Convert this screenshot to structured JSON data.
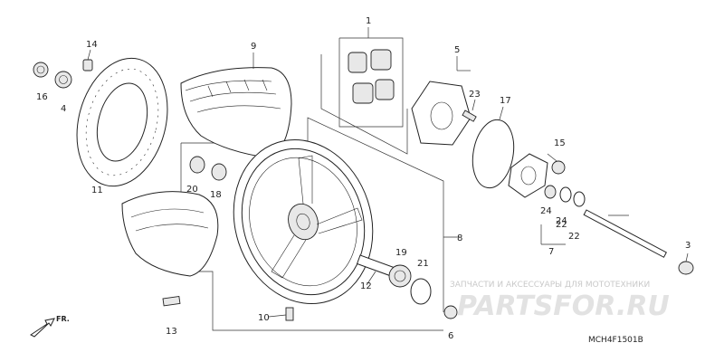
{
  "callouts": [
    "1",
    "3",
    "4",
    "5",
    "6",
    "7",
    "8",
    "9",
    "10",
    "11",
    "12",
    "13",
    "14",
    "15",
    "16",
    "17",
    "18",
    "19",
    "20",
    "21",
    "22",
    "22",
    "23",
    "24",
    "24"
  ],
  "watermark": {
    "title": "ЗАПЧАСТИ И АКСЕССУАРЫ ДЛЯ МОТОТЕХНИКИ",
    "logo": "PARTSFOR.RU"
  },
  "diagram_code": "MCH4F1501B",
  "direction_label": "FR."
}
